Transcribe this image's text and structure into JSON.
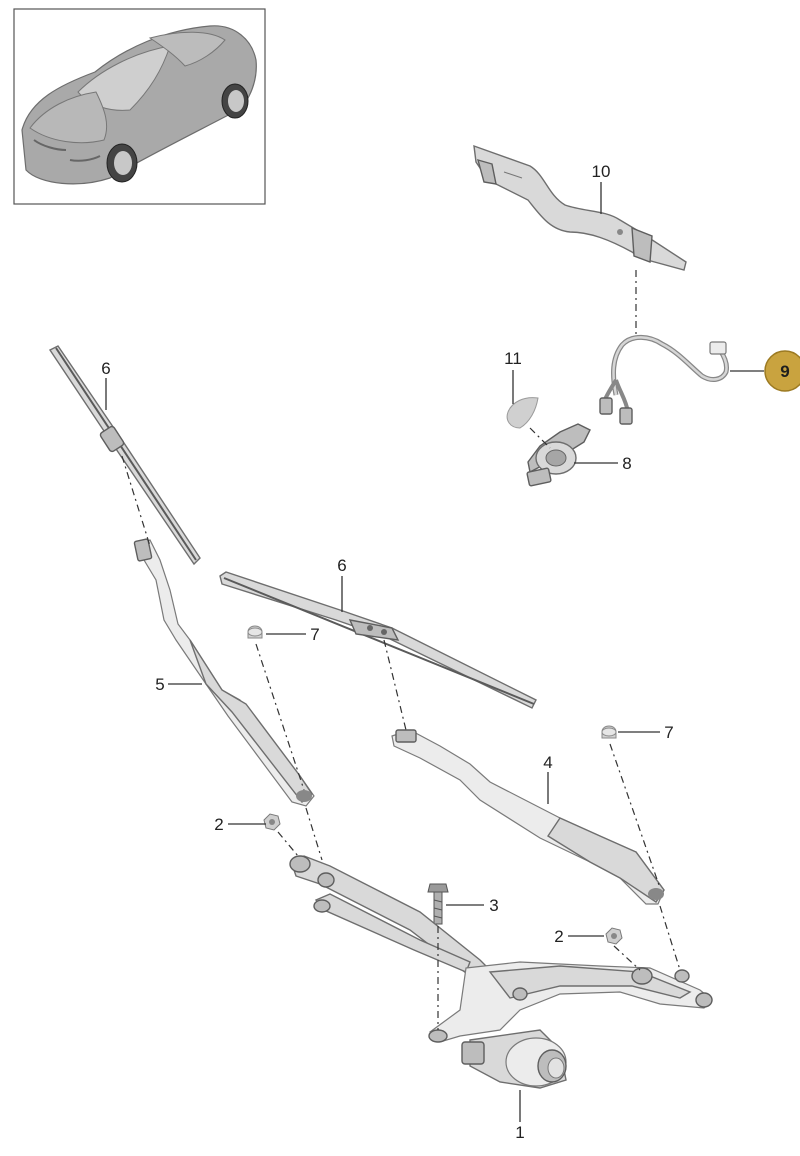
{
  "callouts": {
    "p1": "1",
    "p2a": "2",
    "p2b": "2",
    "p3": "3",
    "p4": "4",
    "p5": "5",
    "p6a": "6",
    "p6b": "6",
    "p7a": "7",
    "p7b": "7",
    "p8": "8",
    "p9": "9",
    "p10": "10",
    "p11": "11"
  },
  "colors": {
    "badge_fill": "#c9a33f",
    "badge_stroke": "#9c7a22",
    "part_fill": "#d9d9d9",
    "line": "#333333"
  },
  "icons": {
    "thumbnail": "car-icon",
    "reference_badge": "circle-badge"
  }
}
